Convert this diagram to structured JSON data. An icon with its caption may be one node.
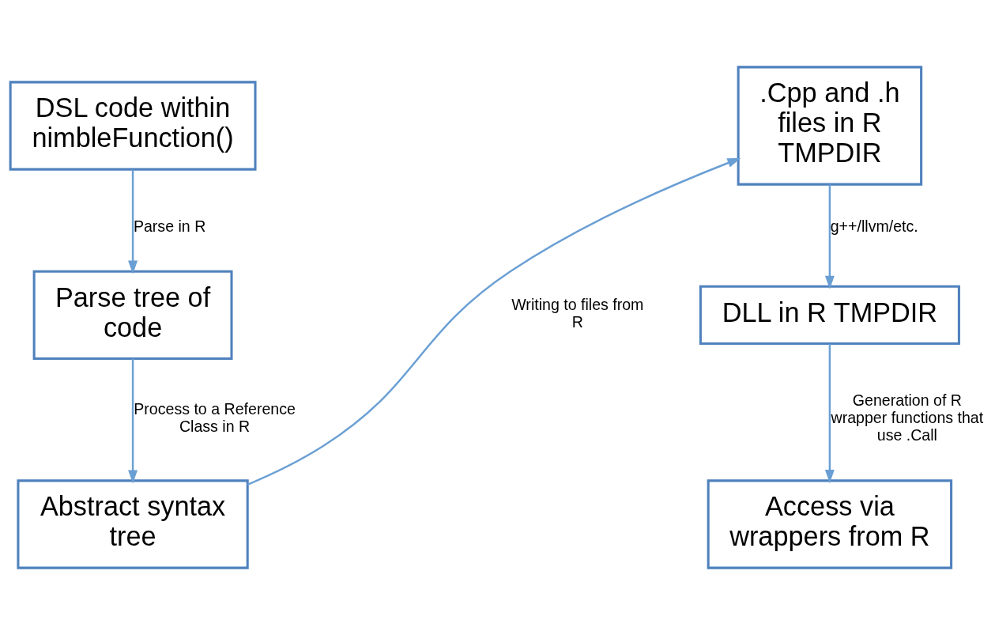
{
  "diagram": {
    "nodes": [
      {
        "text": [
          "DSL code within nimbleFunction()"
        ]
      },
      {
        "text": [
          "Parse tree of code"
        ]
      },
      {
        "text": [
          "Abstract syntax tree"
        ]
      },
      {
        "text": [
          ".Cpp and .h files in R TMPDIR"
        ]
      },
      {
        "text": [
          "DLL in R TMPDIR"
        ]
      },
      {
        "text": [
          "Access via wrappers from R"
        ]
      }
    ],
    "edges": [
      {
        "from": 0,
        "to": 1,
        "arrow": "to",
        "label": "Parse in R"
      },
      {
        "from": 1,
        "to": 2,
        "arrow": "to",
        "label": "Process to a Reference Class in R"
      },
      {
        "from": 2,
        "to": 3,
        "arrow": "to",
        "label": "Writing to files from R"
      },
      {
        "from": 3,
        "to": 4,
        "arrow": "to",
        "label": "g++/llvm/etc."
      },
      {
        "from": 4,
        "to": 5,
        "arrow": "to",
        "label": "Generation of R wrapper functions that use .Call"
      }
    ]
  }
}
